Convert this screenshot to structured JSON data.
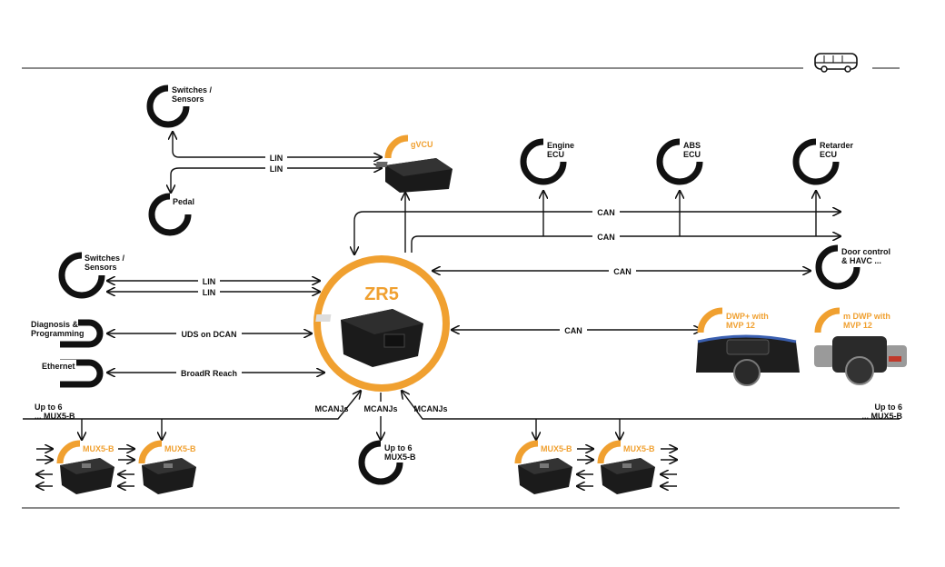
{
  "colors": {
    "accent": "#f0a030",
    "ink": "#111111",
    "background": "#ffffff"
  },
  "header_icon": "bus-icon",
  "hub": {
    "label": "ZR5"
  },
  "nodes": {
    "switches_sensors_top": "Switches / Sensors",
    "pedal": "Pedal",
    "gvcu": "gVCU",
    "engine_ecu": "Engine ECU",
    "abs_ecu": "ABS ECU",
    "retarder_ecu": "Retarder ECU",
    "switches_sensors_left": "Switches / Sensors",
    "diagnosis": "Diagnosis & Programming",
    "ethernet": "Ethernet",
    "door_control": "Door control & HAVC ...",
    "dwp_plus": "DWP+ with MVP 12",
    "m_dwp": "m DWP with MVP 12",
    "mux_left_group": "Up to 6 ... MUX5-B",
    "mux_center": "Up to 6 MUX5-B",
    "mux_right_group": "Up to 6 ... MUX5-B",
    "mux_module": "MUX5-B"
  },
  "links": {
    "lin": "LIN",
    "can": "CAN",
    "uds": "UDS on DCAN",
    "broadr": "BroadR Reach",
    "mcanjs": "MCANJs"
  }
}
